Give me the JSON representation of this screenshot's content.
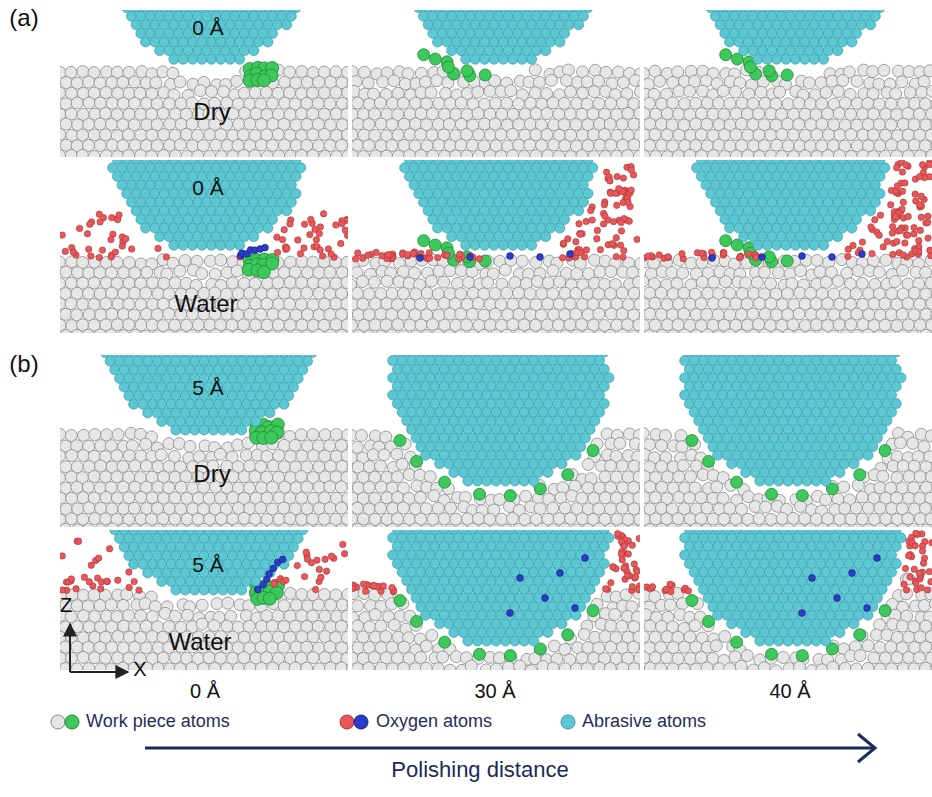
{
  "diagram": {
    "labels": [
      "(a)",
      "0 Å",
      "Dry",
      "0 Å",
      "Water",
      "(b)",
      "5 Å",
      "Dry",
      "5 Å",
      "Water",
      "Z",
      "X",
      "0 Å",
      "30 Å",
      "40 Å",
      "Polishing distance"
    ],
    "legend": [
      {
        "text": "Work piece atoms"
      },
      {
        "text": "Oxygen atoms"
      },
      {
        "text": "Abrasive atoms"
      }
    ]
  }
}
